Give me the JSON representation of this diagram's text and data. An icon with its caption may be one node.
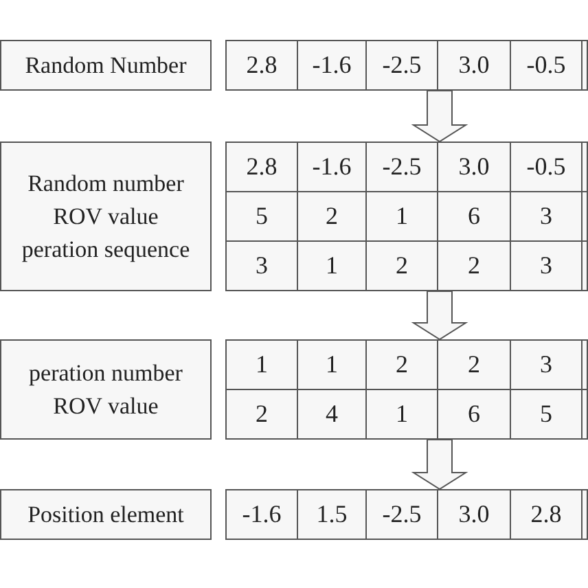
{
  "diagram": {
    "nodes": [
      {
        "text": [
          "Random Number"
        ]
      },
      {
        "text": [
          "2.8",
          "-1.6",
          "-2.5",
          "3.0",
          "-0.5"
        ]
      },
      {
        "text": [
          "Random number",
          "ROV value",
          "peration sequence"
        ]
      },
      {
        "text": [
          "2.8",
          "-1.6",
          "-2.5",
          "3.0",
          "-0.5",
          "5",
          "2",
          "1",
          "6",
          "3",
          "3",
          "1",
          "2",
          "2",
          "3"
        ]
      },
      {
        "text": [
          "peration number",
          "ROV value"
        ]
      },
      {
        "text": [
          "1",
          "1",
          "2",
          "2",
          "3",
          "2",
          "4",
          "1",
          "6",
          "5"
        ]
      },
      {
        "text": [
          "Position element"
        ]
      },
      {
        "text": [
          "-1.6",
          "1.5",
          "-2.5",
          "3.0",
          "2.8"
        ]
      }
    ],
    "edges": [
      {
        "from": 1,
        "to": 3,
        "arrow": "to"
      },
      {
        "from": 3,
        "to": 5,
        "arrow": "to"
      },
      {
        "from": 5,
        "to": 7,
        "arrow": "to"
      }
    ]
  }
}
